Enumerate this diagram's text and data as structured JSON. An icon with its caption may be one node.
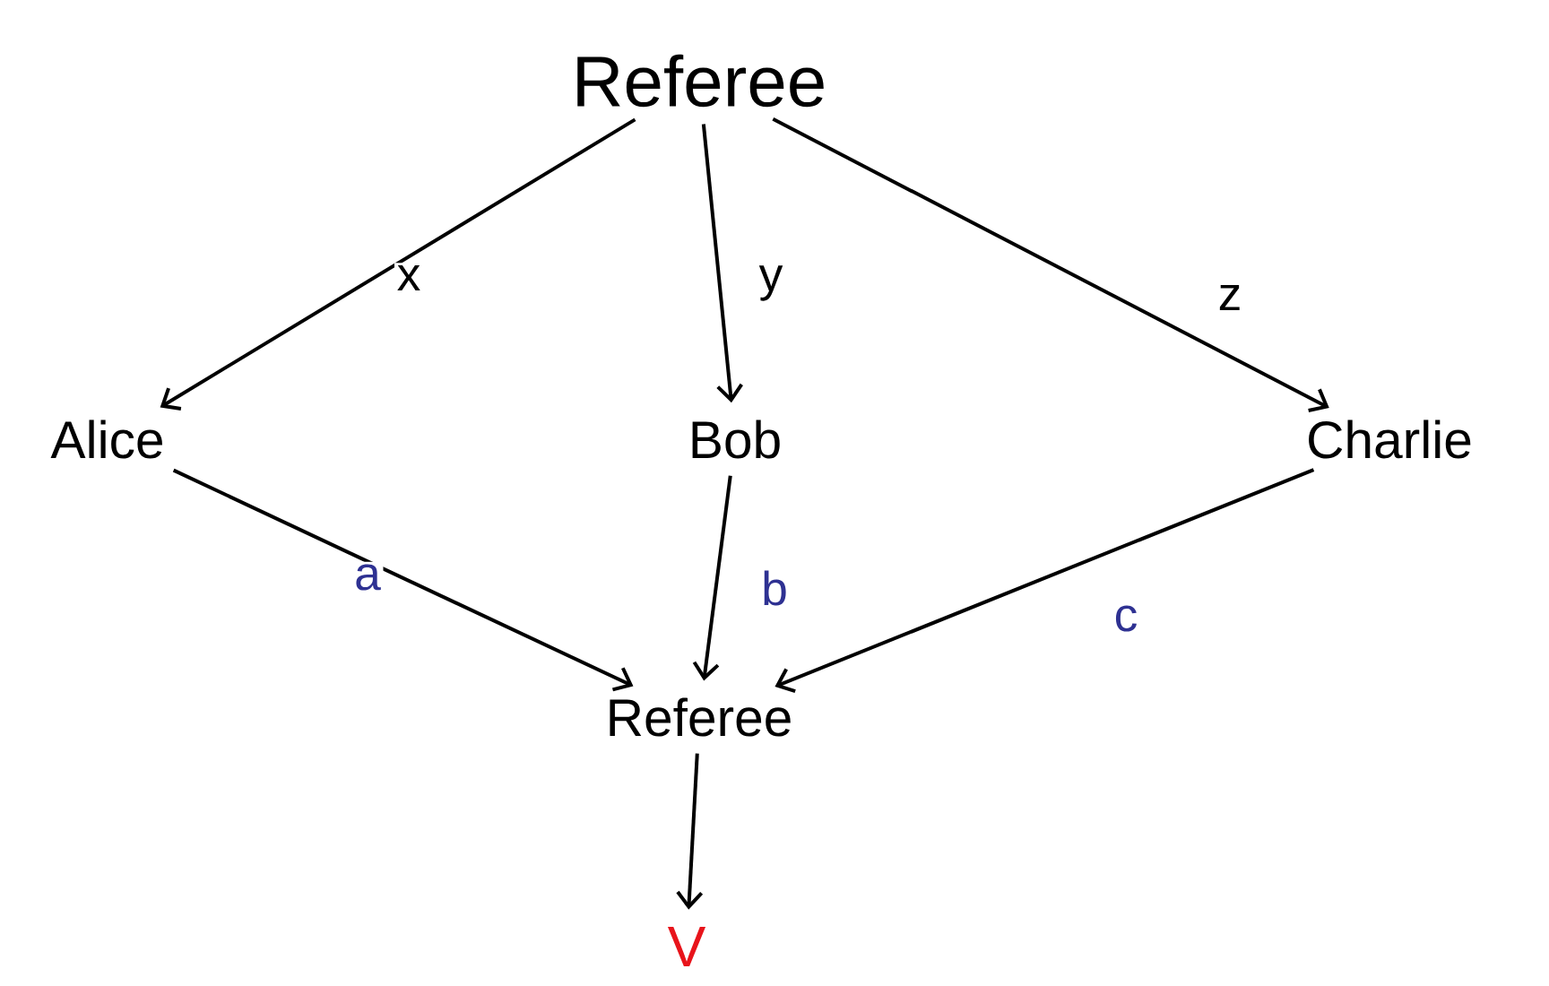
{
  "diagram": {
    "nodes": [
      {
        "text": [
          "Referee"
        ]
      },
      {
        "text": [
          "Alice"
        ]
      },
      {
        "text": [
          "Bob"
        ]
      },
      {
        "text": [
          "Charlie"
        ]
      },
      {
        "text": [
          "Referee"
        ]
      },
      {
        "text": [
          "V"
        ]
      }
    ],
    "edges": [
      {
        "from": 0,
        "to": 1,
        "arrow": "to",
        "label": "x"
      },
      {
        "from": 0,
        "to": 2,
        "arrow": "to",
        "label": "y"
      },
      {
        "from": 0,
        "to": 3,
        "arrow": "to",
        "label": "z"
      },
      {
        "from": 1,
        "to": 4,
        "arrow": "to",
        "label": "a"
      },
      {
        "from": 2,
        "to": 4,
        "arrow": "to",
        "label": "b"
      },
      {
        "from": 3,
        "to": 4,
        "arrow": "to",
        "label": "c"
      },
      {
        "from": 4,
        "to": 5,
        "arrow": "to"
      }
    ]
  }
}
